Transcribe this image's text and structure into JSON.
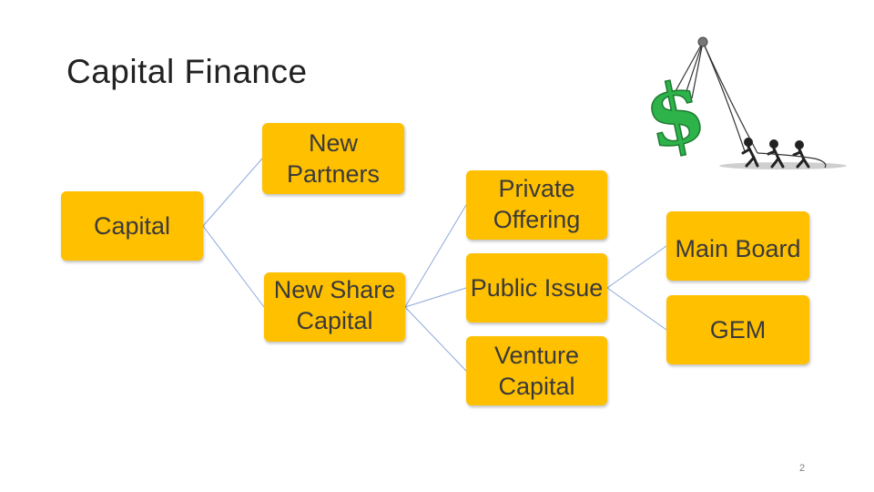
{
  "slide": {
    "title": "Capital Finance",
    "page_number": "2"
  },
  "diagram": {
    "node_color": "#FFC000",
    "connector_color": "#8EA9DB",
    "nodes": {
      "capital": "Capital",
      "new_partners": [
        "New",
        "Partners"
      ],
      "new_share_capital": [
        "New Share",
        "Capital"
      ],
      "private_offering": [
        "Private",
        "Offering"
      ],
      "public_issue": "Public Issue",
      "venture_capital": [
        "Venture",
        "Capital"
      ],
      "main_board": "Main Board",
      "gem": "GEM"
    }
  },
  "illustration": {
    "icon": "dollar-tug-of-war-icon",
    "dollar_color": "#2DB34A"
  }
}
